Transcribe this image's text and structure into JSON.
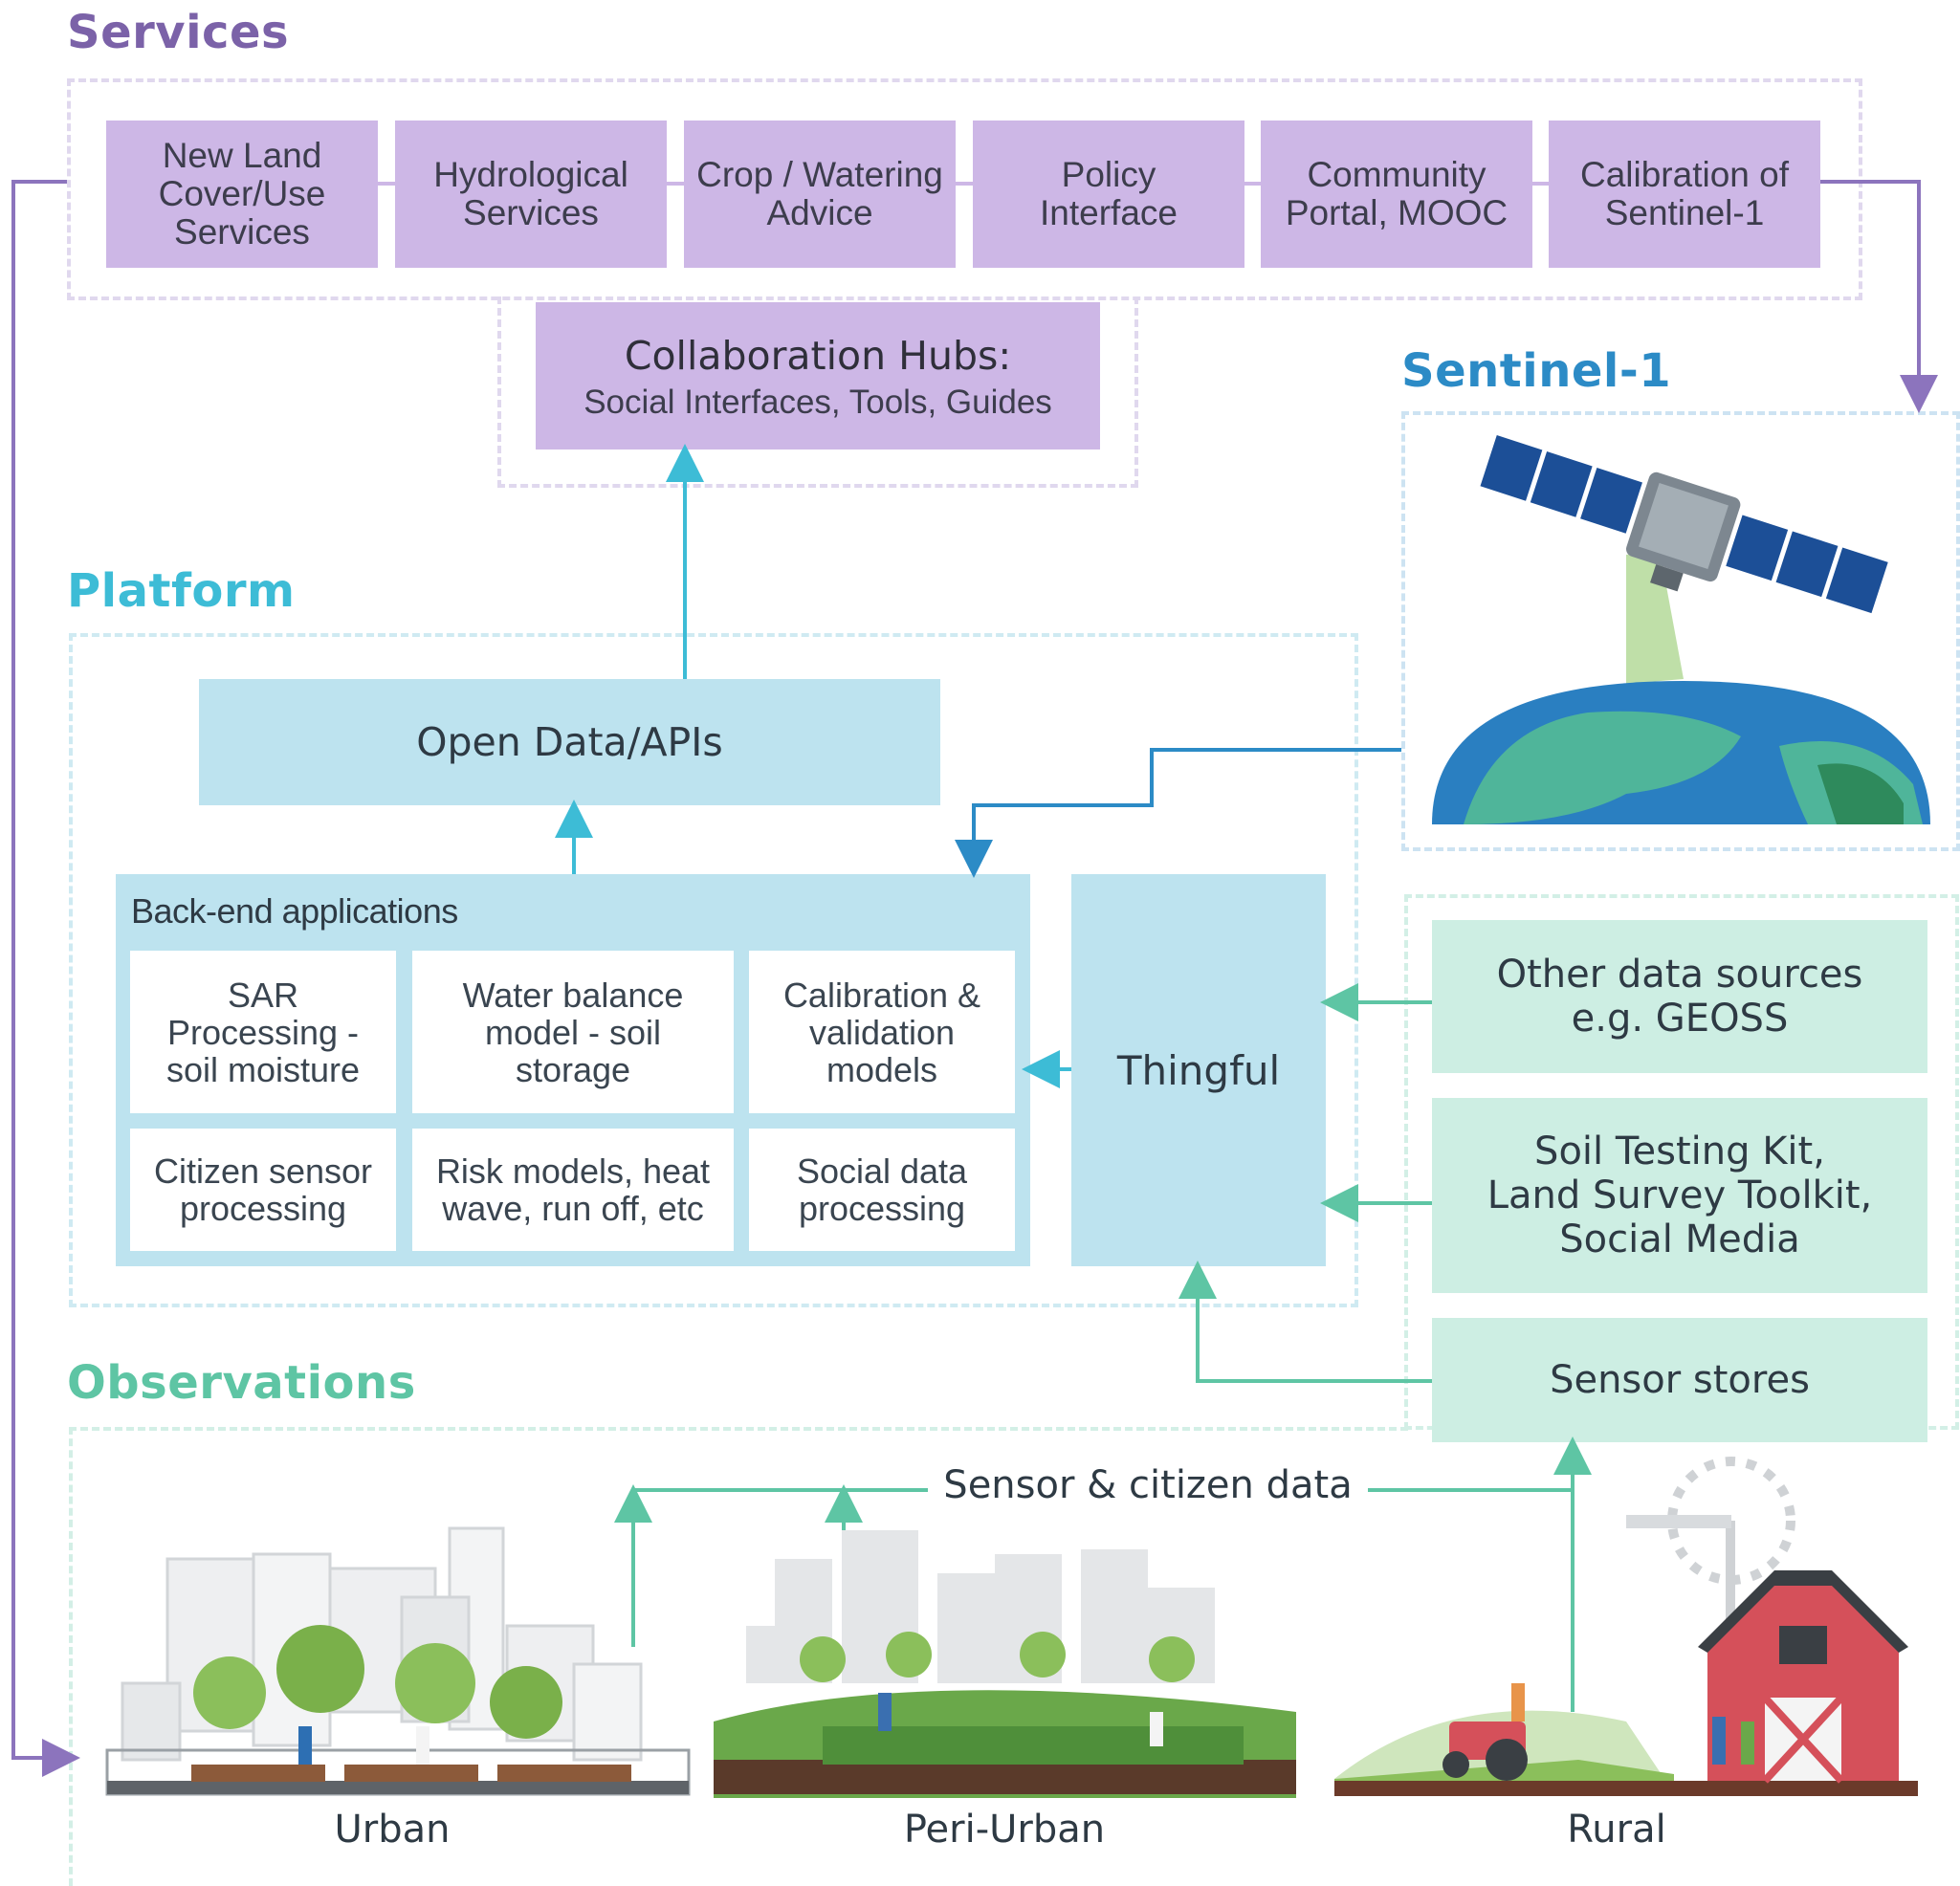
{
  "sections": {
    "services": "Services",
    "sentinel": "Sentinel-1",
    "platform": "Platform",
    "observations": "Observations"
  },
  "services": {
    "items": [
      [
        "New Land",
        "Cover/Use",
        "Services"
      ],
      [
        "Hydrological",
        "Services"
      ],
      [
        "Crop / Watering",
        "Advice"
      ],
      [
        "Policy",
        "Interface"
      ],
      [
        "Community",
        "Portal, MOOC"
      ],
      [
        "Calibration of",
        "Sentinel-1"
      ]
    ],
    "hub_title": "Collaboration Hubs:",
    "hub_subtitle": "Social Interfaces, Tools, Guides"
  },
  "platform": {
    "open_data": "Open Data/APIs",
    "backend_title": "Back-end applications",
    "cells": [
      [
        "SAR",
        "Processing -",
        "soil moisture"
      ],
      [
        "Water balance",
        "model - soil",
        "storage"
      ],
      [
        "Calibration &",
        "validation",
        "models"
      ],
      [
        "Citizen sensor",
        "processing"
      ],
      [
        "Risk models, heat",
        "wave, run off, etc"
      ],
      [
        "Social data",
        "processing"
      ]
    ],
    "thingful": "Thingful"
  },
  "observations": {
    "other_sources": [
      "Other data sources",
      "e.g. GEOSS"
    ],
    "soil_kit": [
      "Soil Testing Kit,",
      "Land Survey Toolkit,",
      "Social Media"
    ],
    "sensor_stores": "Sensor stores",
    "flow_label": "Sensor & citizen data",
    "scenes": [
      "Urban",
      "Peri-Urban",
      "Rural"
    ]
  },
  "colors": {
    "services": "#7b62a8",
    "sentinel": "#2c8bc6",
    "platform": "#3dbcd6",
    "observations": "#5ec5a4",
    "service_box": "#cdb7e6",
    "platform_box": "#bde3ef",
    "obs_box": "#cdeee3"
  }
}
